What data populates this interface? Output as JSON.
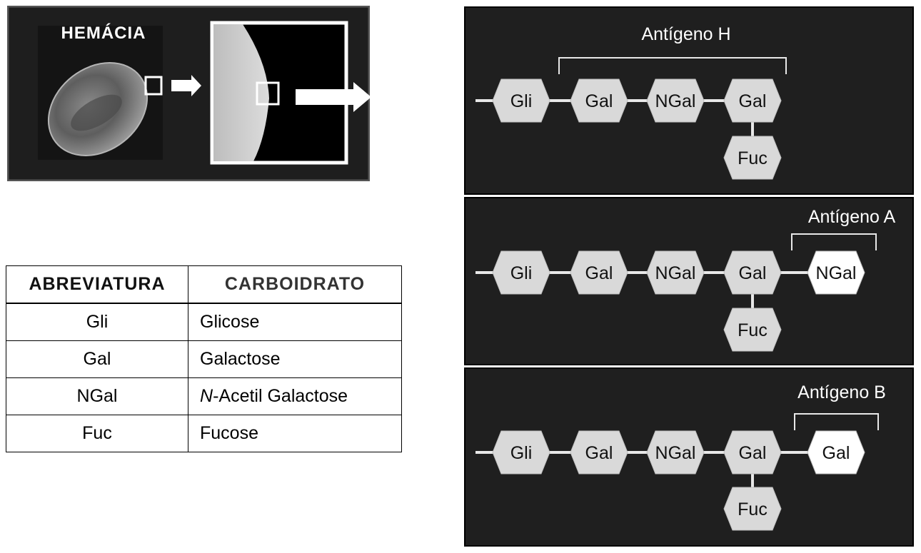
{
  "hemacia": {
    "label": "HEMÁCIA"
  },
  "table": {
    "headers": [
      "ABREVIATURA",
      "CARBOIDRATO"
    ],
    "rows": [
      {
        "abbr": "Gli",
        "name": "Glicose"
      },
      {
        "abbr": "Gal",
        "name": "Galactose"
      },
      {
        "abbr": "NGal",
        "name_prefix": "N",
        "name_rest": "-Acetil Galactose"
      },
      {
        "abbr": "Fuc",
        "name": "Fucose"
      }
    ]
  },
  "antigens": [
    {
      "title": "Antígeno H",
      "chain": [
        "Gli",
        "Gal",
        "NGal",
        "Gal"
      ],
      "branch": "Fuc"
    },
    {
      "title": "Antígeno A",
      "chain": [
        "Gli",
        "Gal",
        "NGal",
        "Gal"
      ],
      "branch": "Fuc",
      "terminal": "NGal"
    },
    {
      "title": "Antígeno B",
      "chain": [
        "Gli",
        "Gal",
        "NGal",
        "Gal"
      ],
      "branch": "Fuc",
      "terminal": "Gal"
    }
  ],
  "colors": {
    "panel_bg": "#1f1f1f",
    "hex_fill": "#d9d9d9",
    "terminal_fill": "#ffffff",
    "line": "#e8e8e8"
  }
}
